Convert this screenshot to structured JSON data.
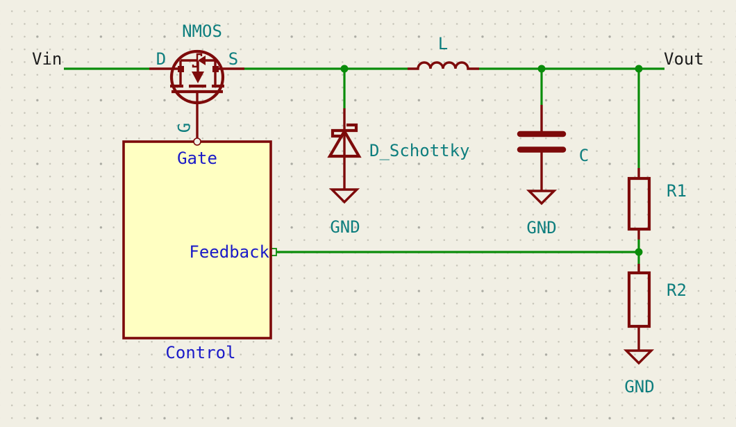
{
  "colors": {
    "background": "#F1EFE4",
    "wire_green": "#0A8C0A",
    "symbol_red": "#7D0A0A",
    "label_teal": "#0E7E7E",
    "pin_label_blue": "#1A1AC8",
    "net_label_dark": "#1C1C1C",
    "block_fill_yellow": "#FFFFC2",
    "grid_dot": "#C6C4B8",
    "grid_dot_major": "#ABABA3"
  },
  "net_labels": {
    "vin": "Vin",
    "vout": "Vout"
  },
  "components": {
    "nmos": {
      "name": "NMOS",
      "pins": {
        "drain": "D",
        "source": "S",
        "gate": "G"
      }
    },
    "inductor": {
      "name": "L"
    },
    "schottky_diode": {
      "name": "D_Schottky"
    },
    "capacitor": {
      "name": "C"
    },
    "resistor_r1": {
      "name": "R1"
    },
    "resistor_r2": {
      "name": "R2"
    },
    "control_block": {
      "name": "Control",
      "pins": {
        "gate": "Gate",
        "feedback": "Feedback"
      }
    }
  },
  "power_symbols": {
    "gnd_diode": "GND",
    "gnd_capacitor": "GND",
    "gnd_r2": "GND"
  }
}
